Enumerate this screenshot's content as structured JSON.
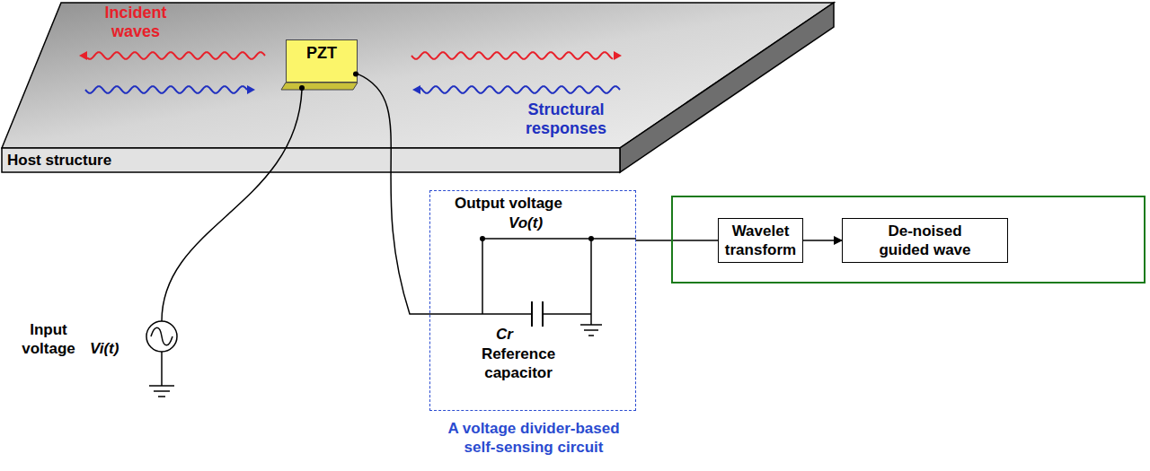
{
  "diagram": {
    "nodes": [
      {
        "text": [
          "Host structure"
        ]
      },
      {
        "text": [
          "PZT"
        ],
        "in": 0
      },
      {
        "text": [
          "A voltage divider-based self-sensing circuit"
        ]
      },
      {
        "text": []
      },
      {
        "text": [
          "Wavelet transform"
        ],
        "in": 3
      },
      {
        "text": [
          "De-noised guided wave"
        ],
        "in": 3
      }
    ],
    "edges": [
      {
        "from": 1,
        "to": 2,
        "arrow": "none"
      },
      {
        "from": 2,
        "to": 4,
        "arrow": "none"
      },
      {
        "from": 4,
        "to": 5,
        "arrow": "to"
      }
    ],
    "labels": [
      "Incident waves",
      "Structural responses",
      "Input voltage",
      "Vi(t)",
      "Output voltage",
      "Vo(t)",
      "Cr",
      "Reference capacitor"
    ]
  }
}
